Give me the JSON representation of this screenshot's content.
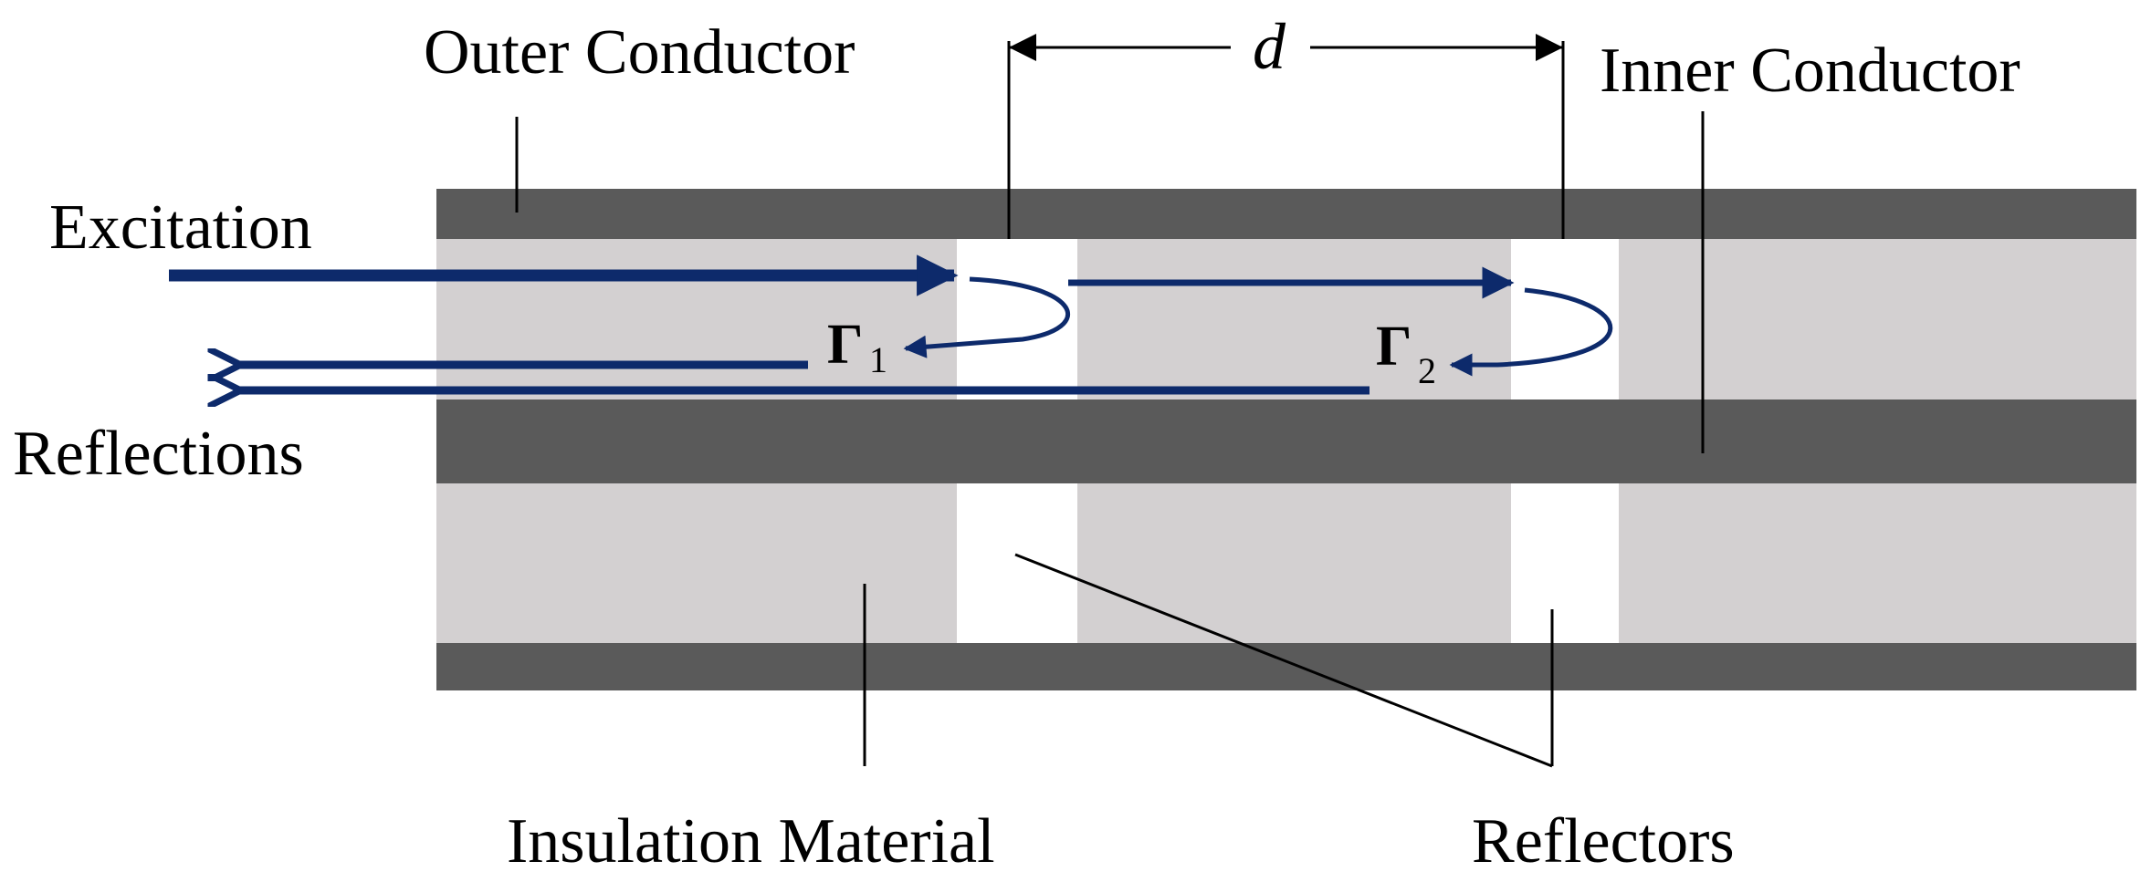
{
  "labels": {
    "outer_conductor": "Outer Conductor",
    "inner_conductor": "Inner Conductor",
    "excitation": "Excitation",
    "reflections": "Reflections",
    "insulation_material": "Insulation Material",
    "reflectors": "Reflectors",
    "distance": "d",
    "gamma1_symbol": "Γ",
    "gamma1_sub": "1",
    "gamma2_symbol": "Γ",
    "gamma2_sub": "2"
  },
  "colors": {
    "conductor": "#5a5a5a",
    "insulation": "#d3d0d1",
    "reflector": "#ffffff",
    "arrow": "#0d2a6b",
    "leader": "#000000"
  }
}
